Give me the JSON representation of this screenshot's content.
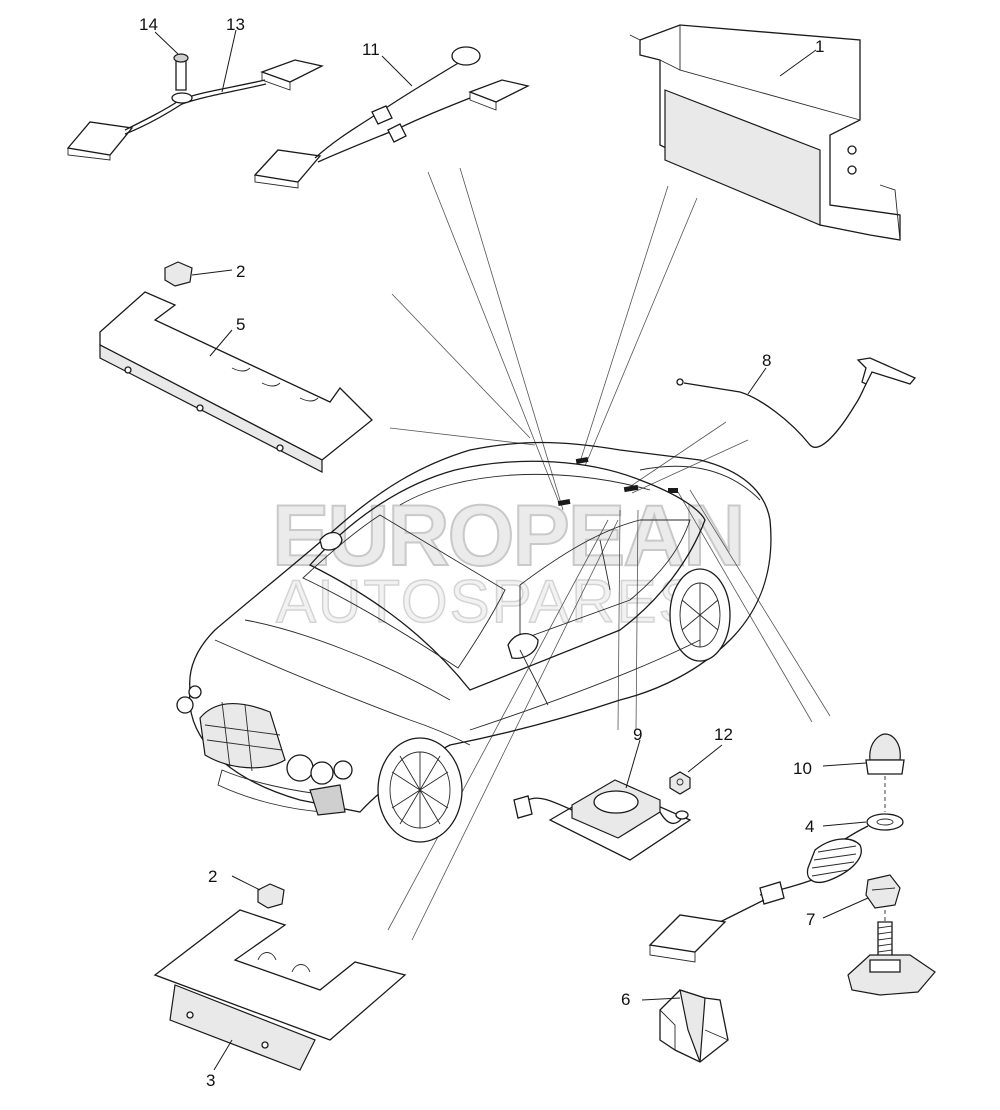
{
  "watermark": {
    "line1": "EUROPEAN",
    "line2": "AUTOSPARES"
  },
  "callouts": {
    "c1": "1",
    "c2a": "2",
    "c2b": "2",
    "c3": "3",
    "c4": "4",
    "c5": "5",
    "c6": "6",
    "c7": "7",
    "c8": "8",
    "c9": "9",
    "c10": "10",
    "c11": "11",
    "c12": "12",
    "c13": "13",
    "c14": "14"
  }
}
